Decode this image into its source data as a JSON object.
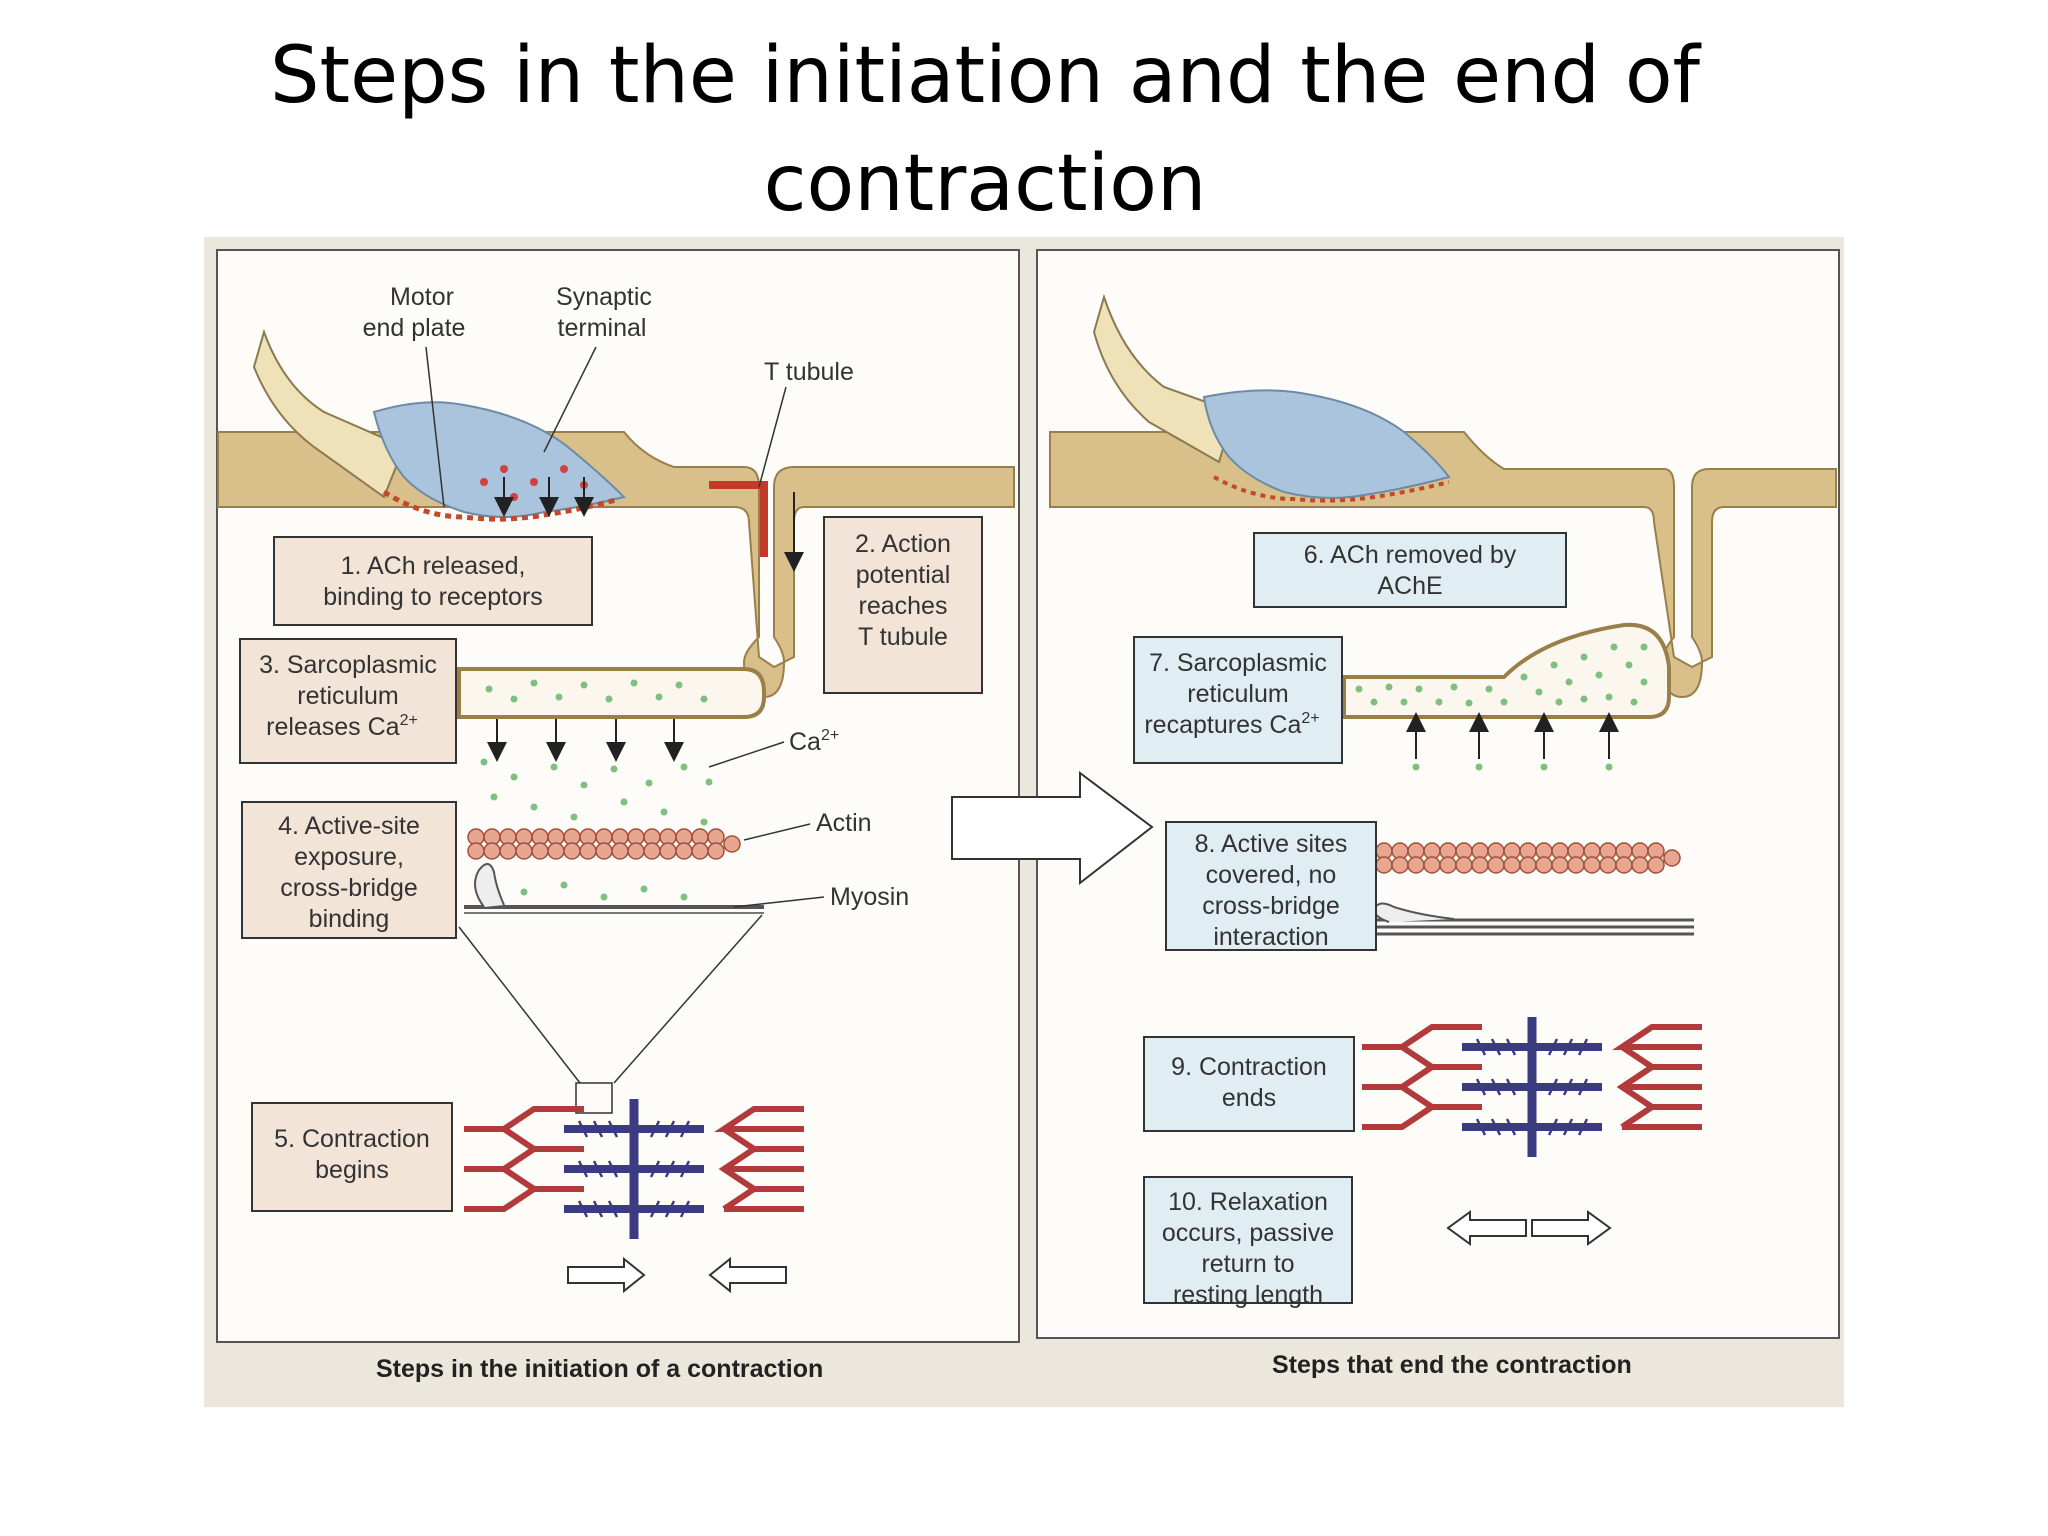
{
  "slide": {
    "title_line1": "Steps in the initiation and the end of",
    "title_line2": "contraction"
  },
  "left_panel": {
    "caption": "Steps in the initiation of a contraction",
    "labels": {
      "motor_end_plate_1": "Motor",
      "motor_end_plate_2": "end plate",
      "synaptic_terminal_1": "Synaptic",
      "synaptic_terminal_2": "terminal",
      "t_tubule": "T tubule",
      "ca": "Ca",
      "ca_sup": "2+",
      "actin": "Actin",
      "myosin": "Myosin"
    },
    "steps": {
      "s1_l1": "1. ACh released,",
      "s1_l2": "binding to receptors",
      "s2_l1": "2. Action",
      "s2_l2": "potential",
      "s2_l3": "reaches",
      "s2_l4": "T tubule",
      "s3_l1": "3. Sarcoplasmic",
      "s3_l2": "reticulum",
      "s3_l3": "releases Ca",
      "s3_sup": "2+",
      "s4_l1": "4. Active-site",
      "s4_l2": "exposure,",
      "s4_l3": "cross-bridge",
      "s4_l4": "binding",
      "s5_l1": "5. Contraction",
      "s5_l2": "begins"
    }
  },
  "right_panel": {
    "caption": "Steps that end the contraction",
    "steps": {
      "s6_l1": "6. ACh removed by",
      "s6_l2": "AChE",
      "s7_l1": "7. Sarcoplasmic",
      "s7_l2": "reticulum",
      "s7_l3": "recaptures Ca",
      "s7_sup": "2+",
      "s8_l1": "8. Active sites",
      "s8_l2": "covered, no",
      "s8_l3": "cross-bridge",
      "s8_l4": "interaction",
      "s9_l1": "9. Contraction",
      "s9_l2": "ends",
      "s10_l1": "10. Relaxation",
      "s10_l2": "occurs, passive",
      "s10_l3": "return to",
      "s10_l4": "resting length"
    }
  },
  "colors": {
    "membrane": "#d9c08a",
    "terminal": "#a9c4dc",
    "left_box": "#f3e4d8",
    "right_box": "#e0edf2",
    "actin": "#e8a58f",
    "myosin": "#3b3b82",
    "thin_filament": "#b33a3a",
    "ca_dot": "#7fbf7f"
  }
}
